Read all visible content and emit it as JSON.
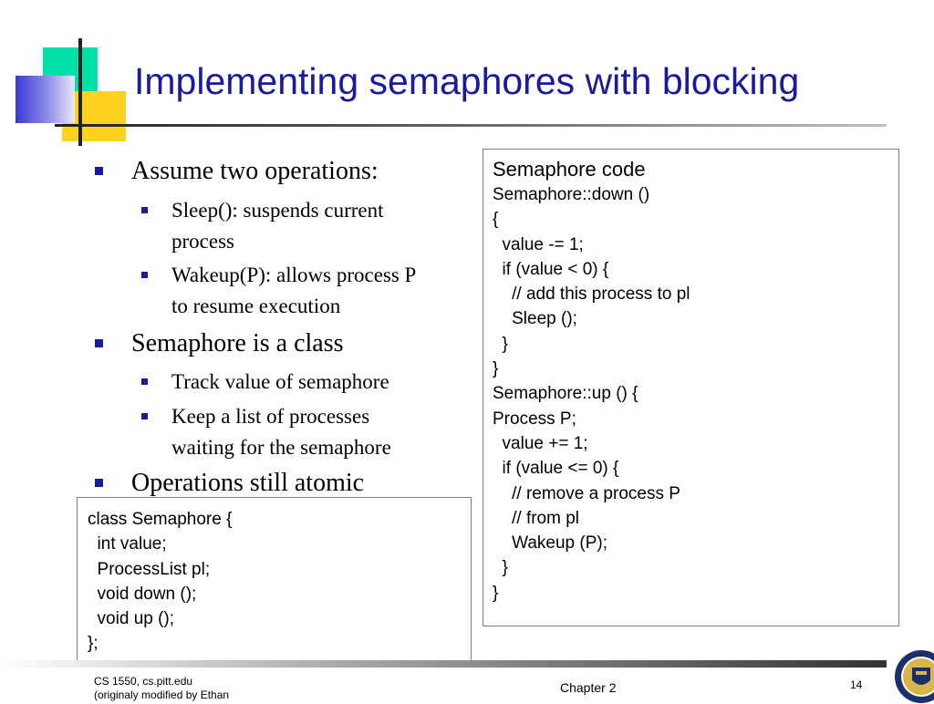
{
  "title": "Implementing semaphores with blocking",
  "bullets": [
    {
      "text": "Assume two operations:",
      "sub": [
        "Sleep(): suspends current",
        "process",
        "Wakeup(P): allows process P",
        "to resume execution"
      ]
    },
    {
      "text": "Semaphore is a class",
      "sub": [
        "Track value of semaphore",
        "Keep a list of processes",
        "waiting for the semaphore"
      ]
    },
    {
      "text": "Operations still atomic"
    }
  ],
  "code_right": {
    "heading": "Semaphore code",
    "lines": [
      "Semaphore::down ()",
      "{",
      "  value -= 1;",
      "  if (value < 0) {",
      "    // add this process to pl",
      "    Sleep ();",
      "  }",
      "}",
      "Semaphore::up () {",
      "Process P;",
      "  value += 1;",
      "  if (value <= 0) {",
      "    // remove a process P",
      "    // from pl",
      "    Wakeup (P);",
      "  }",
      "}"
    ]
  },
  "code_left": {
    "lines": [
      "class Semaphore {",
      "  int value;",
      "  ProcessList pl;",
      "  void down ();",
      "  void up ();",
      "};"
    ]
  },
  "footer": {
    "left_line1": "CS 1550, cs.pitt.edu",
    "left_line2": "(originaly modified by Ethan",
    "center": "Chapter 2",
    "page": "14"
  },
  "colors": {
    "title": "#1a1aa0",
    "bullet": "#1a1aa0",
    "deco_green": "#00e0a8",
    "deco_yellow": "#ffd21f",
    "deco_blue": "#3a3ad6"
  },
  "icons": {
    "seal": "university-seal-icon"
  }
}
